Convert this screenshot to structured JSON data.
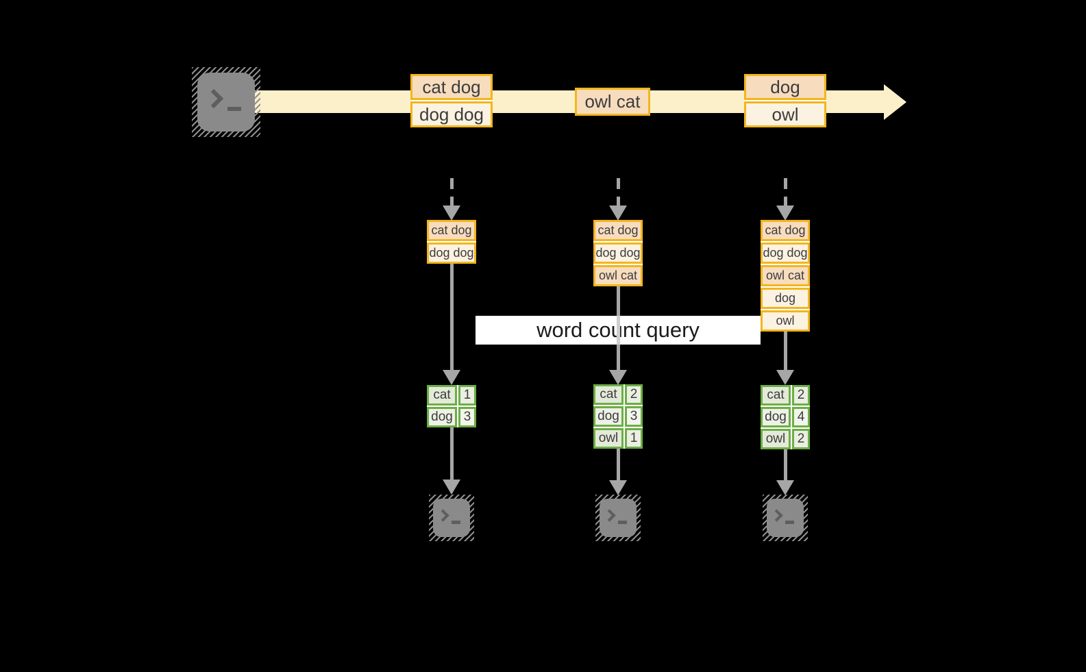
{
  "banner": {
    "label": "word count query"
  },
  "stream": {
    "messages": [
      {
        "lines": [
          "cat dog",
          "dog dog"
        ]
      },
      {
        "lines": [
          "owl cat"
        ]
      },
      {
        "lines": [
          "dog",
          "owl"
        ]
      }
    ]
  },
  "columns": [
    {
      "buffer": [
        "cat dog",
        "dog dog"
      ],
      "counts": [
        {
          "word": "cat",
          "count": "1"
        },
        {
          "word": "dog",
          "count": "3"
        }
      ]
    },
    {
      "buffer": [
        "cat dog",
        "dog dog",
        "owl cat"
      ],
      "counts": [
        {
          "word": "cat",
          "count": "2"
        },
        {
          "word": "dog",
          "count": "3"
        },
        {
          "word": "owl",
          "count": "1"
        }
      ]
    },
    {
      "buffer": [
        "cat dog",
        "dog dog",
        "owl cat",
        "dog",
        "owl"
      ],
      "counts": [
        {
          "word": "cat",
          "count": "2"
        },
        {
          "word": "dog",
          "count": "4"
        },
        {
          "word": "owl",
          "count": "2"
        }
      ]
    }
  ],
  "icons": {
    "terminal": "gray rounded square with prompt chevron and underscore cursor",
    "stream_arrow": "pale yellow right-pointing band arrow",
    "flow_arrow": "gray downward arrow"
  },
  "colors": {
    "background": "#000000",
    "stream_band": "#fbf0ca",
    "record_border": "#f2b61c",
    "record_fill_peach": "#f7dcbe",
    "record_fill_cream": "#fcf2e2",
    "count_border": "#6cae45",
    "count_fill_dark": "#e4ead9",
    "count_fill_light": "#edf1e6",
    "arrow_gray": "#a6a6a6",
    "terminal_gray": "#8a8a8a",
    "text": "#3c3c3c",
    "banner_bg": "#ffffff",
    "banner_text": "#1b1b1b"
  }
}
